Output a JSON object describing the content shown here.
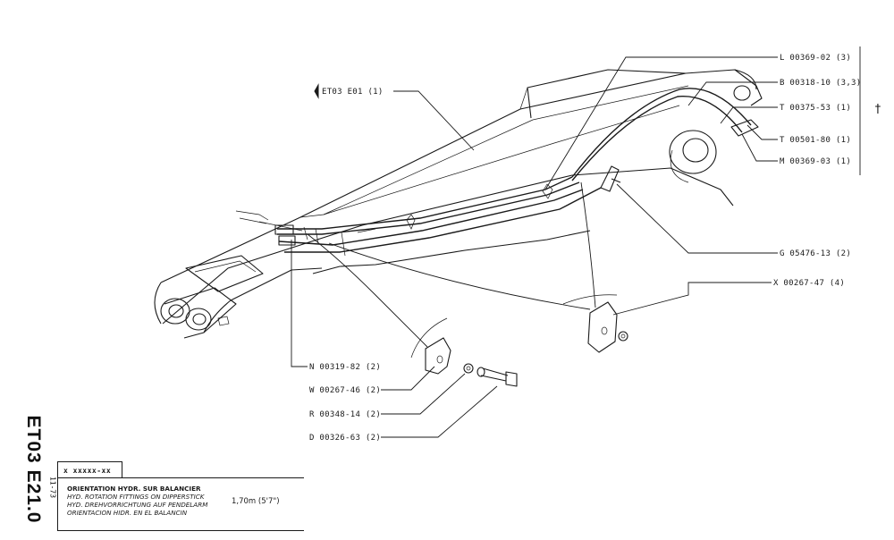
{
  "callouts": {
    "ref": "ET03 E01  (1)",
    "l": "L 00369-02 (3)",
    "b": "B 00318-10 (3,3)",
    "t1": "T 00375-53 (1)",
    "t2": "T 00501-80 (1)",
    "m": "M 00369-03 (1)",
    "g": "G 05476-13 (2)",
    "x": "X 00267-47 (4)",
    "n": "N 00319-82 (2)",
    "w": "W 00267-46 (2)",
    "r": "R 00348-14 (2)",
    "d": "D 00326-63 (2)"
  },
  "dagger": "†",
  "title_block": {
    "code": "ET03 E21.0",
    "date": "11-73",
    "serial": "x xxxxx-xx",
    "titles": [
      "ORIENTATION HYDR. SUR BALANCIER",
      "HYD. ROTATION FITTINGS ON DIPPERSTICK",
      "HYD. DREHVORRICHTUNG AUF PENDELARM",
      "ORIENTACION HIDR. EN EL BALANCIN"
    ],
    "size": "1,70m (5'7\")"
  }
}
